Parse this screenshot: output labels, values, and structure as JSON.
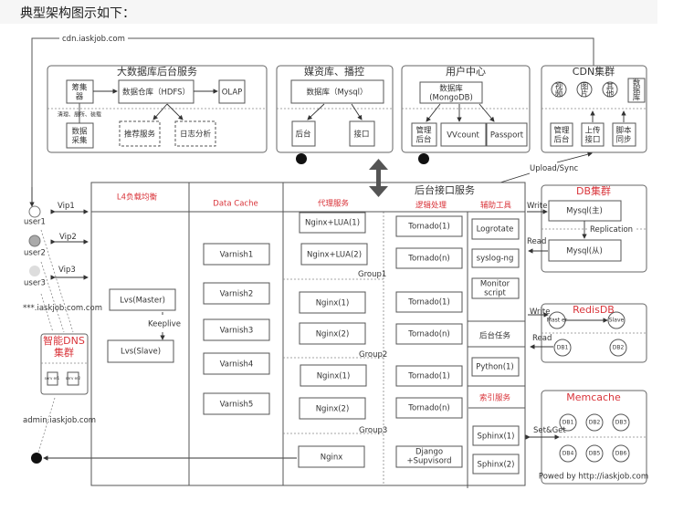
{
  "heading": "典型架构图示如下：",
  "cdn_domain": "cdn.iaskjob.com",
  "big_data": {
    "title": "大数据库后台服务",
    "collector": [
      "筹集",
      "器"
    ],
    "warehouse": "数据仓库（HDFS）",
    "olap": "OLAP",
    "etl_note": "清理、展所、装载",
    "data_collect": [
      "数据",
      "采集"
    ],
    "recommend": "推荐服务",
    "log_analysis": "日志分析"
  },
  "media": {
    "title": "媒资库、播控",
    "db": "数据库（Mysql）",
    "backend": "后台",
    "api": "接口"
  },
  "user_center": {
    "title": "用户中心",
    "db": [
      "数据库",
      "(MongoDB)"
    ],
    "admin": [
      "管理",
      "后台"
    ],
    "vvcount": "VVcount",
    "passport": "Passport"
  },
  "cdn": {
    "title": "CDN集群",
    "video": [
      "视",
      "频"
    ],
    "image": [
      "图",
      "片"
    ],
    "other": [
      "其",
      "他"
    ],
    "db": [
      "数",
      "据",
      "库"
    ],
    "admin": [
      "管理",
      "后台"
    ],
    "upload": [
      "上传",
      "接口"
    ],
    "sync": [
      "脚本",
      "同步"
    ]
  },
  "upload_sync": "Upload/Sync",
  "users": [
    "user1",
    "user2",
    "user3"
  ],
  "vips": [
    "Vip1",
    "Vip2",
    "Vip3"
  ],
  "wildcard_domain": "***.iaskjob.com.com",
  "dns": {
    "title": [
      "智能DNS",
      "集群"
    ],
    "servers": [
      "serv er1",
      "serv er2"
    ]
  },
  "admin_domain": "admin.iaskjob.com",
  "backend": {
    "title": "后台接口服务",
    "l4": "L4负载均衡",
    "data_cache": "Data Cache",
    "proxy": "代理服务",
    "logic": "逻辑处理",
    "aux": "辅助工具",
    "lvs_master": "Lvs(Master)",
    "keeplive": "Keeplive",
    "lvs_slave": "Lvs(Slave)",
    "varnish": [
      "Varnish1",
      "Varnish2",
      "Varnish3",
      "Varnish4",
      "Varnish5"
    ],
    "proxy_items": [
      "Nginx+LUA(1)",
      "Nginx+LUA(2)",
      "Nginx(1)",
      "Nginx(2)",
      "Nginx(1)",
      "Nginx(2)",
      "Nginx"
    ],
    "groups": [
      "Group1",
      "Group2",
      "Group3"
    ],
    "logic_items": [
      "Tornado(1)",
      "Tornado(n)",
      "Tornado(1)",
      "Tornado(n)",
      "Tornado(1)",
      "Tornado(n)"
    ],
    "django": [
      "Django",
      "+Supvisord"
    ],
    "aux_items": [
      "Logrotate",
      "syslog-ng"
    ],
    "monitor": [
      "Monitor",
      "script"
    ],
    "bg_task": "后台任务",
    "python": "Python(1)",
    "index": "索引服务",
    "sphinx": [
      "Sphinx(1)",
      "Sphinx(2)"
    ]
  },
  "db_cluster": {
    "title": "DB集群",
    "master": "Mysql(主)",
    "replication": "Replication",
    "slave": "Mysql(从)",
    "write": "Write",
    "read": "Read"
  },
  "redis": {
    "title": "RedisDB",
    "master": "Mast er",
    "slave": "Slave",
    "db1": "DB1",
    "db2": "DB2",
    "write": "Write",
    "read": "Read"
  },
  "memcache": {
    "title": "Memcache",
    "nodes": [
      "DB1",
      "DB2",
      "DB3",
      "DB4",
      "DB5",
      "DB6"
    ],
    "set_get": "Set&Get",
    "powered": "Powed by http://iaskjob.com"
  },
  "colors": {
    "accent_red": "#d9343a",
    "line": "#555555"
  }
}
